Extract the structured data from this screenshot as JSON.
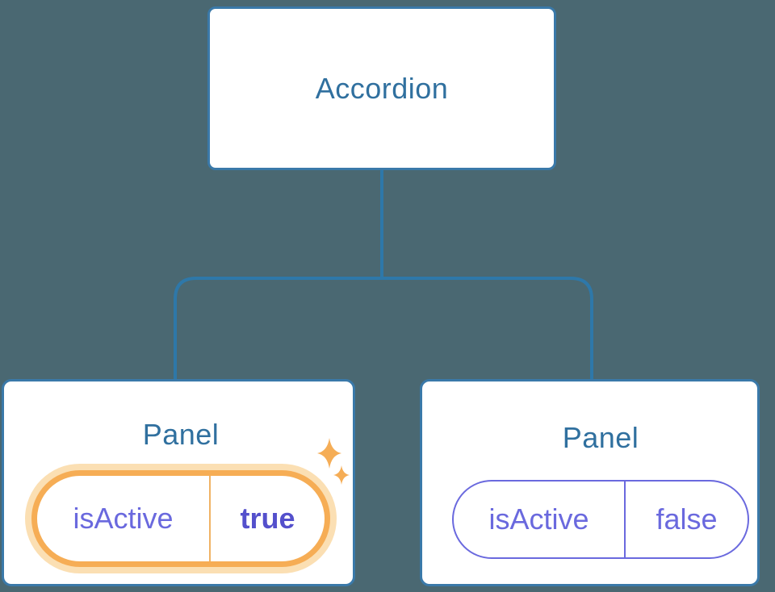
{
  "colors": {
    "bg": "#4A6872",
    "line": "#2E78A9",
    "box-border": "#3A79A9",
    "node-bg": "#FFFFFF",
    "heading": "#30709F",
    "purple": "#6A69DE",
    "purple-bold": "#5450CC",
    "orange": "#F6AD55",
    "orange-halo": "#FBDFB3",
    "orange-divider": "#F0B264",
    "sparkle": "#F5AD56"
  },
  "diagram": {
    "type": "component-tree",
    "root": {
      "label": "Accordion"
    },
    "children": [
      {
        "label": "Panel",
        "state": {
          "key": "isActive",
          "value": "true",
          "highlighted": true
        },
        "decoration": "sparkles-icon"
      },
      {
        "label": "Panel",
        "state": {
          "key": "isActive",
          "value": "false",
          "highlighted": false
        }
      }
    ]
  }
}
